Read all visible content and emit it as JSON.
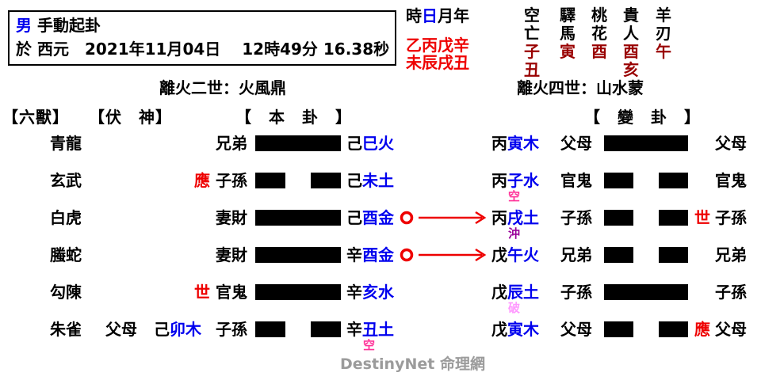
{
  "meta": {
    "gender": "男",
    "method": "手動起卦",
    "datetime_line": "於 西元　2021年11月04日　 12時49分 16.38秒"
  },
  "pillars": {
    "header": [
      "時",
      "日",
      "月",
      "年"
    ],
    "stems": "乙丙戊辛",
    "branches": "未辰戌丑"
  },
  "stars": [
    {
      "label": [
        "空",
        "亡"
      ],
      "values": [
        "子",
        "丑"
      ]
    },
    {
      "label": [
        "驛",
        "馬"
      ],
      "values": [
        "寅"
      ]
    },
    {
      "label": [
        "桃",
        "花"
      ],
      "values": [
        "酉"
      ]
    },
    {
      "label": [
        "貴",
        "人"
      ],
      "values": [
        "酉",
        "亥"
      ]
    },
    {
      "label": [
        "羊",
        "刃"
      ],
      "values": [
        "午"
      ]
    }
  ],
  "titles": {
    "main_hexagram": "離火二世：火風鼎",
    "changed_hexagram": "離火四世：山水蒙"
  },
  "column_headers": {
    "six_beasts": "【六獸】",
    "hidden_spirit": "【伏　神】",
    "main_gua": "【　本　卦　】",
    "changed_gua": "【　變　卦　】"
  },
  "rows": [
    {
      "beast": "青龍",
      "hidden_relation": "",
      "hidden_stem": "",
      "hidden_branch": "",
      "main_marker": "",
      "main_relation": "兄弟",
      "main_line": "yang",
      "main_stem": "己",
      "main_branch": "巳火",
      "main_note": "",
      "main_note_color": "",
      "moving": false,
      "changed_stem": "丙",
      "changed_branch": "寅木",
      "changed_note": "",
      "changed_note_color": "",
      "changed_relation": "父母",
      "changed_line": "yang",
      "changed_marker": "",
      "changed_relation_right": "父母"
    },
    {
      "beast": "玄武",
      "hidden_relation": "",
      "hidden_stem": "",
      "hidden_branch": "",
      "main_marker": "應",
      "main_relation": "子孫",
      "main_line": "yin",
      "main_stem": "己",
      "main_branch": "未土",
      "main_note": "",
      "main_note_color": "",
      "moving": false,
      "changed_stem": "丙",
      "changed_branch": "子水",
      "changed_note": "空",
      "changed_note_color": "#ff3399",
      "changed_relation": "官鬼",
      "changed_line": "yin",
      "changed_marker": "",
      "changed_relation_right": "官鬼"
    },
    {
      "beast": "白虎",
      "hidden_relation": "",
      "hidden_stem": "",
      "hidden_branch": "",
      "main_marker": "",
      "main_relation": "妻財",
      "main_line": "yang",
      "main_stem": "己",
      "main_branch": "酉金",
      "main_note": "",
      "main_note_color": "",
      "moving": true,
      "changed_stem": "丙",
      "changed_branch": "戌土",
      "changed_note": "沖",
      "changed_note_color": "#990099",
      "changed_relation": "子孫",
      "changed_line": "yin",
      "changed_marker": "世",
      "changed_relation_right": "子孫"
    },
    {
      "beast": "螣蛇",
      "hidden_relation": "",
      "hidden_stem": "",
      "hidden_branch": "",
      "main_marker": "",
      "main_relation": "妻財",
      "main_line": "yang",
      "main_stem": "辛",
      "main_branch": "酉金",
      "main_note": "",
      "main_note_color": "",
      "moving": true,
      "changed_stem": "戊",
      "changed_branch": "午火",
      "changed_note": "",
      "changed_note_color": "",
      "changed_relation": "兄弟",
      "changed_line": "yin",
      "changed_marker": "",
      "changed_relation_right": "兄弟"
    },
    {
      "beast": "勾陳",
      "hidden_relation": "",
      "hidden_stem": "",
      "hidden_branch": "",
      "main_marker": "世",
      "main_relation": "官鬼",
      "main_line": "yang",
      "main_stem": "辛",
      "main_branch": "亥水",
      "main_note": "",
      "main_note_color": "",
      "moving": false,
      "changed_stem": "戊",
      "changed_branch": "辰土",
      "changed_note": "破",
      "changed_note_color": "#ff99ff",
      "changed_relation": "子孫",
      "changed_line": "yang",
      "changed_marker": "",
      "changed_relation_right": "子孫"
    },
    {
      "beast": "朱雀",
      "hidden_relation": "父母",
      "hidden_stem": "己",
      "hidden_branch": "卯木",
      "main_marker": "",
      "main_relation": "子孫",
      "main_line": "yin",
      "main_stem": "辛",
      "main_branch": "丑土",
      "main_note": "空",
      "main_note_color": "#ff3399",
      "moving": false,
      "changed_stem": "戊",
      "changed_branch": "寅木",
      "changed_note": "",
      "changed_note_color": "",
      "changed_relation": "父母",
      "changed_line": "yin",
      "changed_marker": "應",
      "changed_relation_right": "父母"
    }
  ],
  "footer": "DestinyNet 命理網",
  "colors": {
    "branch_blue": "#0000ee",
    "marker_red": "#ee0000",
    "pillar_red": "#ee0000",
    "star_value_dark_red": "#990000",
    "void_pink": "#ff3399",
    "clash_purple": "#990099",
    "break_light_pink": "#ff99ff",
    "watermark_gray": "#9b9b9b"
  }
}
